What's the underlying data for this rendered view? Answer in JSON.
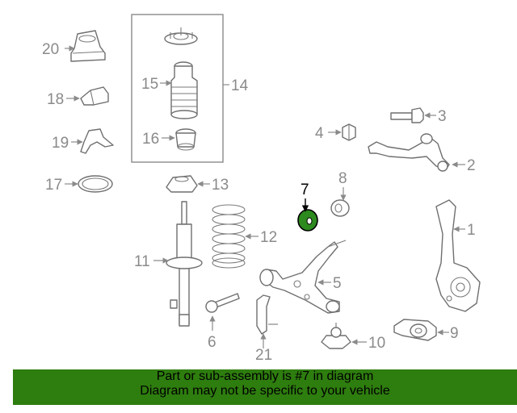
{
  "diagram": {
    "callouts": [
      "1",
      "2",
      "3",
      "4",
      "5",
      "6",
      "7",
      "8",
      "9",
      "10",
      "11",
      "12",
      "13",
      "14",
      "15",
      "16",
      "17",
      "18",
      "19",
      "20",
      "21"
    ],
    "highlighted_part": "7",
    "highlight_color": "#2d8a1e"
  },
  "banner": {
    "line1": "Part or sub-assembly is #7 in diagram",
    "line2": "Diagram may not be specific to your vehicle",
    "background": "#2e7d0f"
  }
}
